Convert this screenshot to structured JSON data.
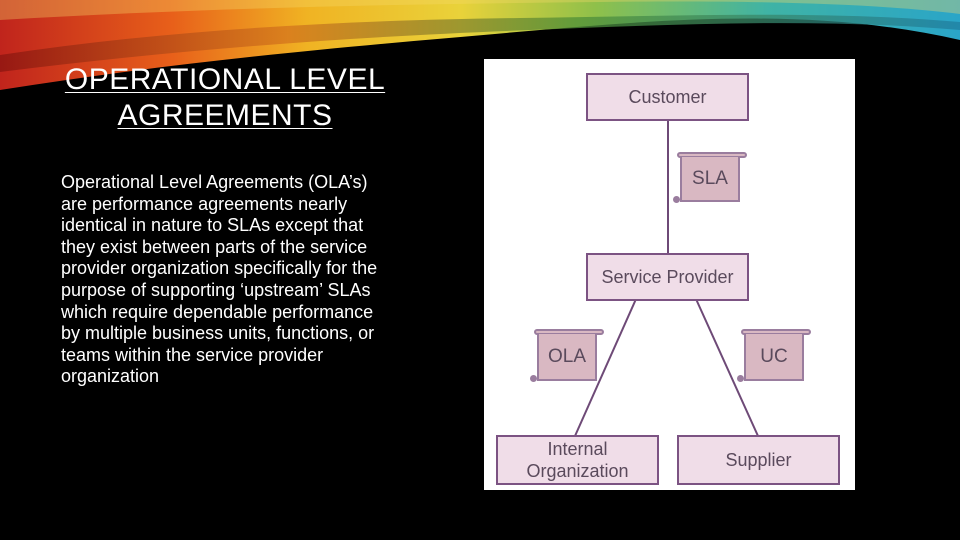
{
  "slide": {
    "title": "OPERATIONAL LEVEL AGREEMENTS",
    "body": "Operational Level Agreements (OLA’s) are performance agreements nearly identical in nature to SLAs except that they exist between parts of the service provider organization specifically for the purpose of supporting ‘upstream’ SLAs which require dependable performance by multiple business units, functions, or teams within the service provider organization"
  },
  "diagram": {
    "nodes": {
      "customer": "Customer",
      "service_provider": "Service Provider",
      "internal_organization": "Internal Organization",
      "supplier": "Supplier"
    },
    "agreements": {
      "sla": "SLA",
      "ola": "OLA",
      "uc": "UC"
    },
    "colors": {
      "box_fill": "#f0dde8",
      "box_border": "#7c5383",
      "scroll_fill": "#d9b8c2",
      "connector": "#6e4a77"
    }
  }
}
